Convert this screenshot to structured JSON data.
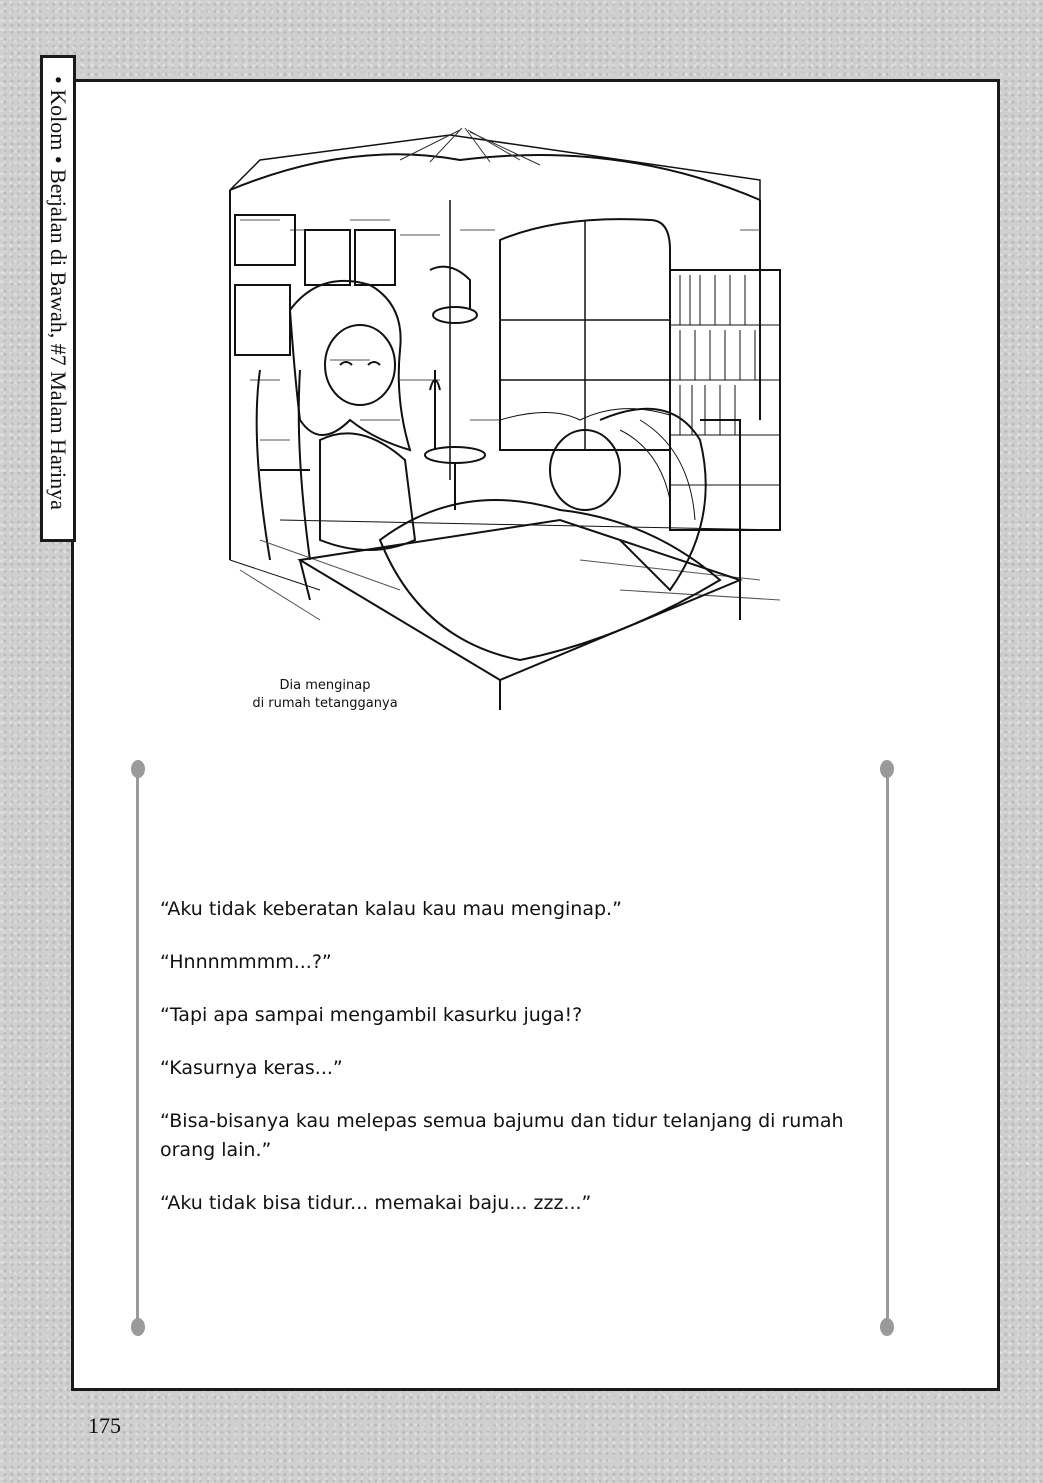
{
  "side_tab": {
    "text": "• Kolom • Berjalan di Bawah, #7 Malam Harinya"
  },
  "illustration": {
    "caption_line1": "Dia menginap",
    "caption_line2": "di rumah tetangganya"
  },
  "dialogue": [
    "“Aku tidak keberatan kalau kau mau menginap.”",
    "“Hnnnmmmm...?”",
    "“Tapi apa sampai mengambil kasurku juga!?",
    "“Kasurnya keras...”",
    "“Bisa-bisanya kau melepas semua bajumu dan tidur telanjang di rumah orang lain.”",
    "“Aku tidak bisa tidur... memakai baju... zzz...”"
  ],
  "page_number": "175"
}
